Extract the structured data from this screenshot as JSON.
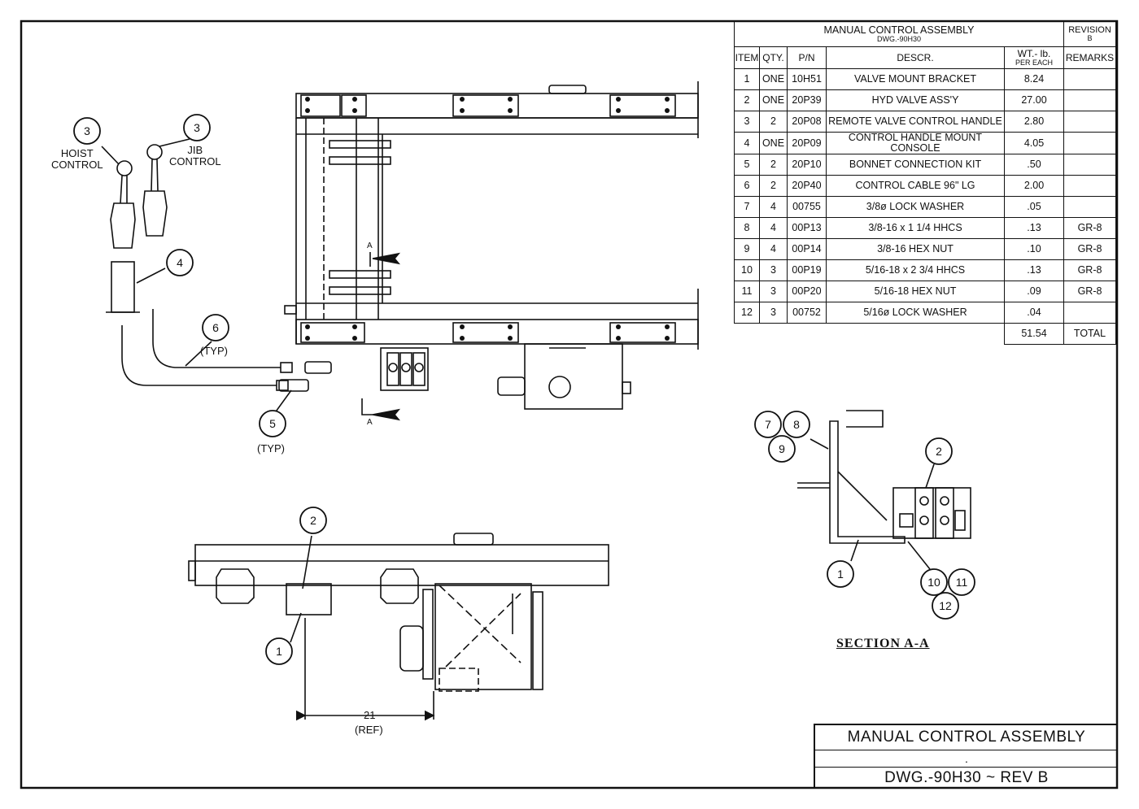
{
  "table": {
    "title": "MANUAL CONTROL ASSEMBLY",
    "dwg": "DWG.-90H30",
    "revision_label": "REVISION",
    "revision": "B",
    "headers": {
      "item": "ITEM",
      "qty": "QTY.",
      "pn": "P/N",
      "descr": "DESCR.",
      "wt": "WT.- lb.",
      "wt_sub": "PER EACH",
      "remarks": "REMARKS"
    },
    "rows": [
      {
        "item": "1",
        "qty": "ONE",
        "pn": "10H51",
        "descr": "VALVE MOUNT BRACKET",
        "wt": "8.24",
        "remarks": ""
      },
      {
        "item": "2",
        "qty": "ONE",
        "pn": "20P39",
        "descr": "HYD VALVE ASS'Y",
        "wt": "27.00",
        "remarks": ""
      },
      {
        "item": "3",
        "qty": "2",
        "pn": "20P08",
        "descr": "REMOTE VALVE CONTROL HANDLE",
        "wt": "2.80",
        "remarks": ""
      },
      {
        "item": "4",
        "qty": "ONE",
        "pn": "20P09",
        "descr": "CONTROL HANDLE MOUNT CONSOLE",
        "wt": "4.05",
        "remarks": ""
      },
      {
        "item": "5",
        "qty": "2",
        "pn": "20P10",
        "descr": "BONNET CONNECTION KIT",
        "wt": ".50",
        "remarks": ""
      },
      {
        "item": "6",
        "qty": "2",
        "pn": "20P40",
        "descr": "CONTROL CABLE 96\" LG",
        "wt": "2.00",
        "remarks": ""
      },
      {
        "item": "7",
        "qty": "4",
        "pn": "00755",
        "descr": "3/8ø LOCK WASHER",
        "wt": ".05",
        "remarks": ""
      },
      {
        "item": "8",
        "qty": "4",
        "pn": "00P13",
        "descr": "3/8-16 x 1 1/4 HHCS",
        "wt": ".13",
        "remarks": "GR-8"
      },
      {
        "item": "9",
        "qty": "4",
        "pn": "00P14",
        "descr": "3/8-16 HEX NUT",
        "wt": ".10",
        "remarks": "GR-8"
      },
      {
        "item": "10",
        "qty": "3",
        "pn": "00P19",
        "descr": "5/16-18 x 2 3/4 HHCS",
        "wt": ".13",
        "remarks": "GR-8"
      },
      {
        "item": "11",
        "qty": "3",
        "pn": "00P20",
        "descr": "5/16-18 HEX NUT",
        "wt": ".09",
        "remarks": "GR-8"
      },
      {
        "item": "12",
        "qty": "3",
        "pn": "00752",
        "descr": "5/16ø LOCK WASHER",
        "wt": ".04",
        "remarks": ""
      }
    ],
    "total_weight": "51.54",
    "total_label": "TOTAL"
  },
  "title_block": {
    "title": "MANUAL CONTROL ASSEMBLY",
    "middle": ".",
    "dwg": "DWG.-90H30 ~ REV B"
  },
  "labels": {
    "hoist": "HOIST\nCONTROL",
    "jib": "JIB\nCONTROL",
    "typ": "(TYP)",
    "ref": "(REF)",
    "dim": "21",
    "section": "SECTION A-A",
    "section_mark": "A"
  },
  "balloons": [
    "3",
    "3",
    "4",
    "6",
    "5",
    "2",
    "1",
    "7",
    "8",
    "9",
    "2",
    "1",
    "10",
    "11",
    "12"
  ]
}
